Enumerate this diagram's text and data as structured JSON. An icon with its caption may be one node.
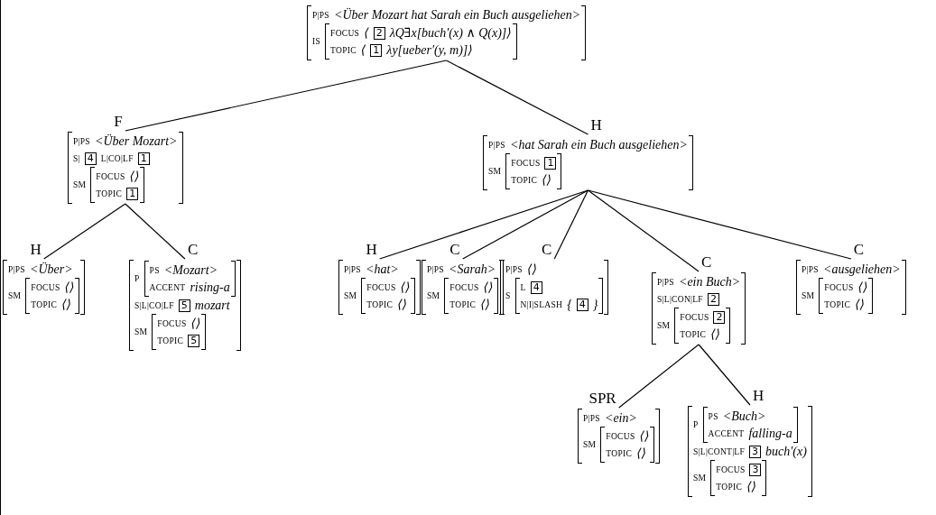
{
  "diagram": {
    "nodes": [
      {
        "text": [
          "P|PS",
          "<Über Mozart hat Sarah ein Buch ausgeliehen>",
          "IS"
        ]
      },
      {
        "text": [
          "FOCUS",
          "⟨",
          "2",
          "λQ∃x[buch′(x) ∧ Q(x)]⟩",
          "TOPIC",
          "⟨",
          "1",
          "λy[ueber′(y, m)]⟩"
        ],
        "in": 0
      },
      {
        "text": [
          "P|PS",
          "<Über Mozart>",
          "S|",
          "4",
          "L|CO|LF",
          "1",
          "SM"
        ]
      },
      {
        "text": [
          "FOCUS",
          "⟨⟩",
          "TOPIC",
          "1"
        ],
        "in": 2
      },
      {
        "text": [
          "P|PS",
          "<hat Sarah ein Buch ausgeliehen>",
          "SM"
        ]
      },
      {
        "text": [
          "FOCUS",
          "1",
          "TOPIC",
          "⟨⟩"
        ],
        "in": 4
      },
      {
        "text": [
          "P|PS",
          "<Über>",
          "SM"
        ]
      },
      {
        "text": [
          "FOCUS",
          "⟨⟩",
          "TOPIC",
          "⟨⟩"
        ],
        "in": 6
      },
      {
        "text": [
          "P",
          "S|L|CO|LF",
          "5",
          "mozart",
          "SM"
        ]
      },
      {
        "text": [
          "PS",
          "<Mozart>",
          "ACCENT",
          "rising-a"
        ],
        "in": 8
      },
      {
        "text": [
          "FOCUS",
          "⟨⟩",
          "TOPIC",
          "5"
        ],
        "in": 8
      },
      {
        "text": [
          "P|PS",
          "<hat>",
          "SM"
        ]
      },
      {
        "text": [
          "FOCUS",
          "⟨⟩",
          "TOPIC",
          "⟨⟩"
        ],
        "in": 11
      },
      {
        "text": [
          "P|PS",
          "<Sarah>",
          "SM"
        ]
      },
      {
        "text": [
          "FOCUS",
          "⟨⟩",
          "TOPIC",
          "⟨⟩"
        ],
        "in": 13
      },
      {
        "text": [
          "P|PS",
          "⟨⟩",
          "S"
        ]
      },
      {
        "text": [
          "L",
          "4",
          "N|I|SLASH",
          "{",
          "4",
          "}"
        ],
        "in": 15
      },
      {
        "text": [
          "P|PS",
          "<ein Buch>",
          "S|L|CON|LF",
          "2",
          "SM"
        ]
      },
      {
        "text": [
          "FOCUS",
          "2",
          "TOPIC",
          "⟨⟩"
        ],
        "in": 17
      },
      {
        "text": [
          "P|PS",
          "<ausgeliehen>",
          "SM"
        ]
      },
      {
        "text": [
          "FOCUS",
          "⟨⟩",
          "TOPIC",
          "⟨⟩"
        ],
        "in": 19
      },
      {
        "text": [
          "P|PS",
          "<ein>",
          "SM"
        ]
      },
      {
        "text": [
          "FOCUS",
          "⟨⟩",
          "TOPIC",
          "⟨⟩"
        ],
        "in": 21
      },
      {
        "text": [
          "P",
          "S|L|CONT|LF",
          "3",
          "buch′(x)",
          "SM"
        ]
      },
      {
        "text": [
          "PS",
          "<Buch>",
          "ACCENT",
          "falling-a"
        ],
        "in": 23
      },
      {
        "text": [
          "FOCUS",
          "3",
          "TOPIC",
          "⟨⟩"
        ],
        "in": 23
      }
    ],
    "edges": [
      {
        "from": 0,
        "to": 2,
        "arrow": "none",
        "label": "F"
      },
      {
        "from": 0,
        "to": 4,
        "arrow": "none",
        "label": "H"
      },
      {
        "from": 2,
        "to": 6,
        "arrow": "none",
        "label": "H"
      },
      {
        "from": 2,
        "to": 8,
        "arrow": "none",
        "label": "C"
      },
      {
        "from": 4,
        "to": 11,
        "arrow": "none",
        "label": "H"
      },
      {
        "from": 4,
        "to": 13,
        "arrow": "none",
        "label": "C"
      },
      {
        "from": 4,
        "to": 15,
        "arrow": "none",
        "label": "C"
      },
      {
        "from": 4,
        "to": 17,
        "arrow": "none",
        "label": "C"
      },
      {
        "from": 4,
        "to": 19,
        "arrow": "none",
        "label": "C"
      },
      {
        "from": 17,
        "to": 21,
        "arrow": "none",
        "label": "SPR"
      },
      {
        "from": 17,
        "to": 23,
        "arrow": "none",
        "label": "H"
      }
    ]
  }
}
